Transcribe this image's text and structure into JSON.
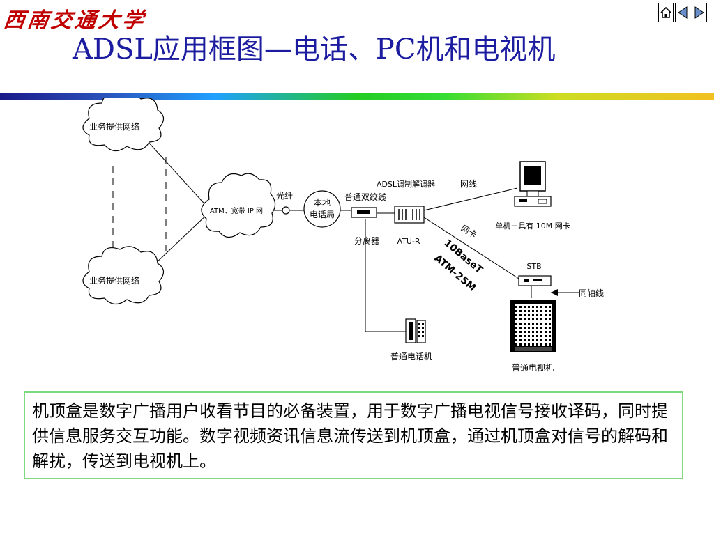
{
  "header": {
    "logo_text": "西南交通大学",
    "title": "ADSL应用框图—电话、PC机和电视机"
  },
  "nav": {
    "home_icon": "home-icon",
    "prev_icon": "arrow-left-icon",
    "next_icon": "arrow-right-icon"
  },
  "diagram": {
    "cloud_top": "业务提供网络",
    "cloud_bottom": "业务提供网络",
    "cloud_atm": "ATM、宽带 IP 网",
    "fiber": "光纤",
    "local_exchange_1": "本地",
    "local_exchange_2": "电话局",
    "twisted_pair": "普通双绞线",
    "splitter": "分离器",
    "modem_label": "ADSL调制解调器",
    "atu_r": "ATU-R",
    "network_line": "网线",
    "pc_label": "单机－具有 10M 网卡",
    "network_card": "网卡",
    "tenbase_t": "10BaseT",
    "atm_25m": "ATM-25M",
    "stb": "STB",
    "coax": "同轴线",
    "phone_label": "普通电话机",
    "tv_label": "普通电视机"
  },
  "body_text": "机顶盒是数字广播用户收看节目的必备装置，用于数字广播电视信号接收译码，同时提供信息服务交互功能。数字视频资讯信息流传送到机顶盒，通过机顶盒对信号的解码和解扰，传送到电视机上。",
  "colors": {
    "title": "#1c1ca0",
    "logo": "#c00000",
    "textbox_border": "#7fd97f"
  }
}
